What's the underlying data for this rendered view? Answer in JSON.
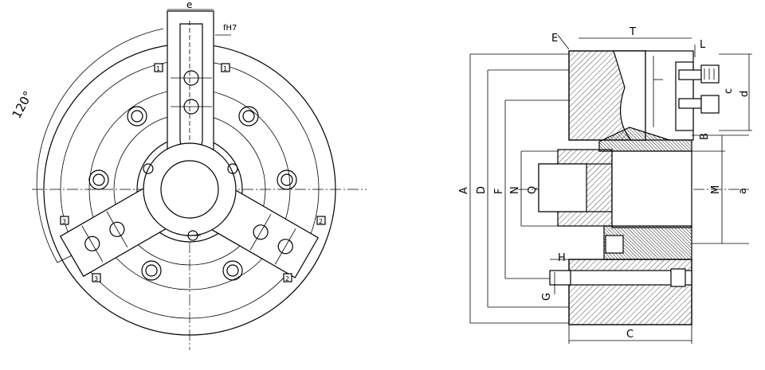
{
  "front_view": {
    "angle_label": "120°",
    "width_label": "e",
    "fit_label": "fH7",
    "jaw_marks": [
      "1",
      "1",
      "3",
      "3",
      "2",
      "2"
    ]
  },
  "side_view": {
    "dims": {
      "A": "A",
      "D": "D",
      "F": "F",
      "N": "N",
      "Q": "Q",
      "M": "M",
      "T": "T",
      "E": "E",
      "L": "L",
      "B": "B",
      "C": "C",
      "H": "H",
      "G": "G",
      "a": "a",
      "c": "c",
      "d": "d"
    }
  }
}
